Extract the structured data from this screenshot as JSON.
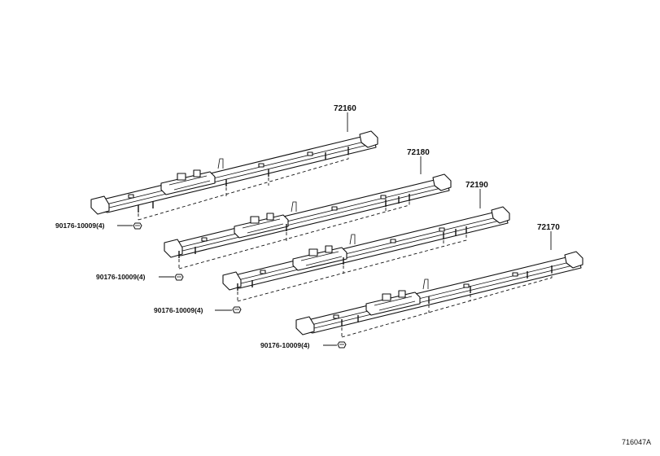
{
  "diagram": {
    "parts": [
      {
        "part_no": "72160"
      },
      {
        "part_no": "72180"
      },
      {
        "part_no": "72190"
      },
      {
        "part_no": "72170"
      }
    ],
    "fasteners": [
      {
        "label": "90176-10009(4)"
      },
      {
        "label": "90176-10009(4)"
      },
      {
        "label": "90176-10009(4)"
      },
      {
        "label": "90176-10009(4)"
      }
    ],
    "drawing_ref": "716047A"
  }
}
